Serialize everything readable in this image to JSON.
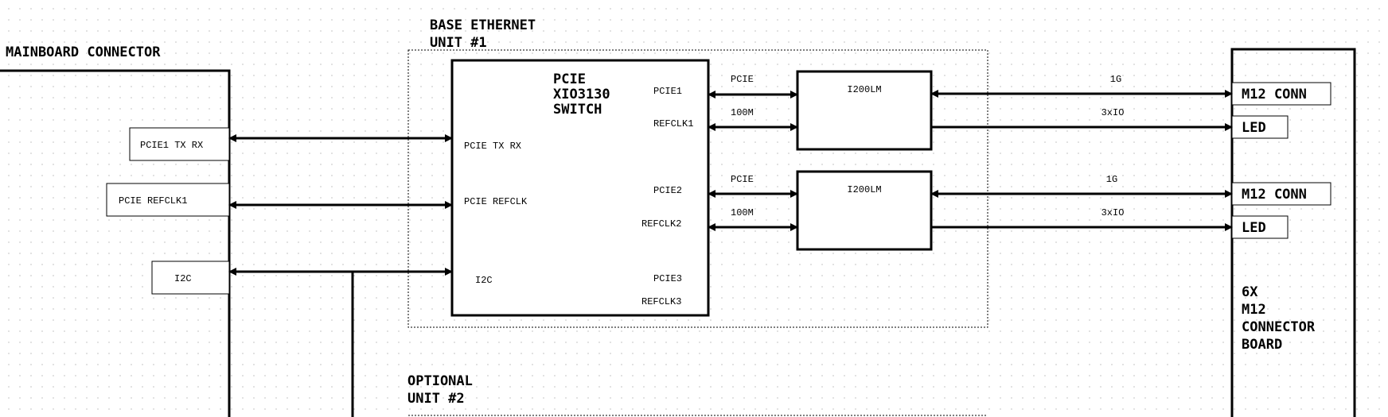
{
  "diagram": {
    "colors": {
      "line": "#000000",
      "background": "#ffffff",
      "grid_dot": "#c9c9c9"
    },
    "mainboard": {
      "title": "MAINBOARD CONNECTOR",
      "ports": [
        "PCIE1 TX RX",
        "PCIE REFCLK1",
        "I2C"
      ]
    },
    "base_unit": {
      "title_line1": "BASE ETHERNET",
      "title_line2": "UNIT #1"
    },
    "optional_unit": {
      "title_line1": "OPTIONAL",
      "title_line2": "UNIT #2"
    },
    "switch": {
      "name_line1": "PCIE",
      "name_line2": "XIO3130",
      "name_line3": "SWITCH",
      "upstream_ports": [
        "PCIE TX RX",
        "PCIE REFCLK",
        "I2C"
      ],
      "downstream_ports": [
        "PCIE1",
        "REFCLK1",
        "PCIE2",
        "REFCLK2",
        "PCIE3",
        "REFCLK3"
      ]
    },
    "phy_links": [
      {
        "pcie_label": "PCIE",
        "clock_label": "100M"
      },
      {
        "pcie_label": "PCIE",
        "clock_label": "100M"
      }
    ],
    "phys": [
      {
        "name": "I200LM"
      },
      {
        "name": "I200LM"
      }
    ],
    "connector_links": [
      {
        "data_label": "1G",
        "io_label": "3xIO"
      },
      {
        "data_label": "1G",
        "io_label": "3xIO"
      }
    ],
    "connector_board": {
      "ports": [
        "M12 CONN",
        "LED",
        "M12 CONN",
        "LED"
      ],
      "title_line1": "6X",
      "title_line2": "M12",
      "title_line3": "CONNECTOR",
      "title_line4": "BOARD"
    }
  }
}
